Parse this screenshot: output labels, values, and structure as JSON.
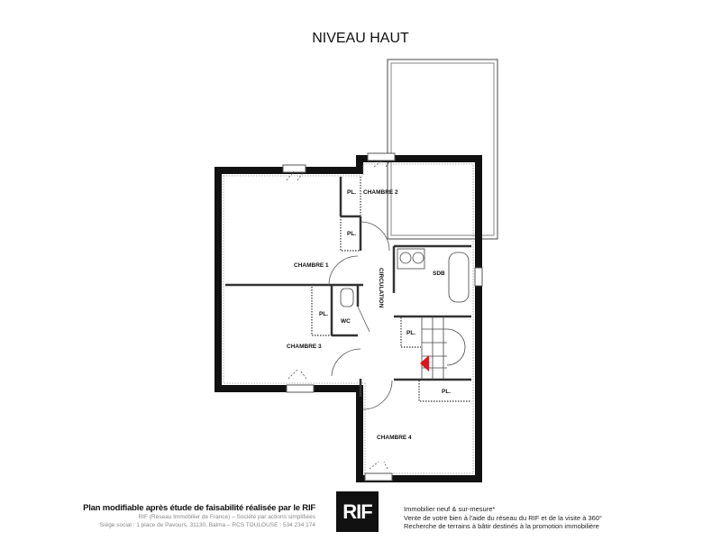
{
  "title": "NIVEAU HAUT",
  "rooms": {
    "chambre1": "CHAMBRE 1",
    "chambre2": "CHAMBRE 2",
    "chambre3": "CHAMBRE 3",
    "chambre4": "CHAMBRE 4",
    "circulation": "CIRCULATION",
    "sdb": "SDB",
    "wc": "WC",
    "pl": "PL."
  },
  "footer": {
    "headline": "Plan modifiable après étude de faisabilité réalisée par le RIF",
    "legal1": "RIF (Réseau Immobilier de France) – Société par actions simplifiées",
    "legal2": "Siège social : 1 place de Pavours, 31130, Balma – RCS TOULOUSE : 534 234 174",
    "logo": "RIF",
    "info1": "Immobilier neuf & sur-mesure*",
    "info2": "Vente de votre bien à l'aide du réseau du RIF et de la visite à 360°",
    "info3": "Recherche de terrains à bâtir destinés à la promotion immobilière"
  },
  "colors": {
    "wall": "#111111",
    "arrow": "#e0141e"
  }
}
